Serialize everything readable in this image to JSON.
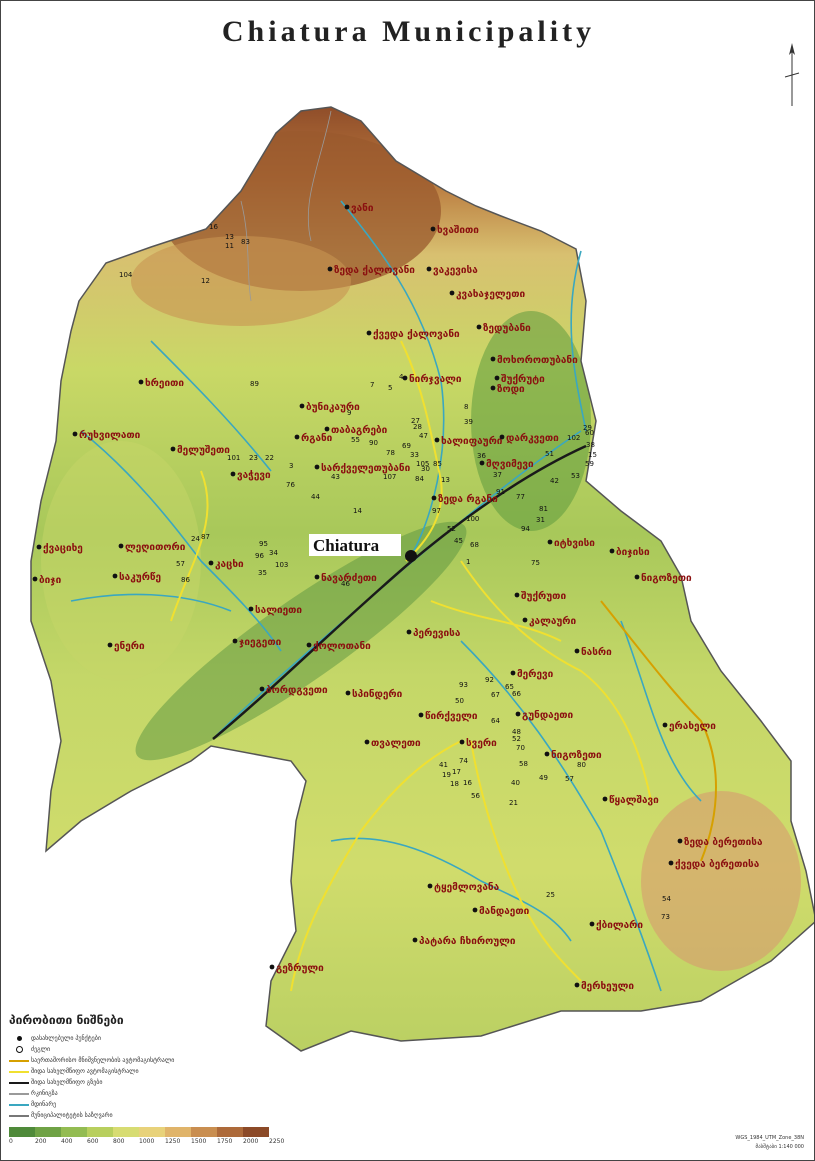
{
  "title": "Chiatura Municipality",
  "city_label": "Chiatura",
  "places": [
    {
      "name": "ვანი"
    },
    {
      "name": "ხვაშითი"
    },
    {
      "name": "ზედა ქალოვანი"
    },
    {
      "name": "ვაკევისა"
    },
    {
      "name": "კვახაჯელეთი"
    },
    {
      "name": "ზედუბანი"
    },
    {
      "name": "ქვედა ქალოვანი"
    },
    {
      "name": "მოხოროთუბანი"
    },
    {
      "name": "ხრეითი"
    },
    {
      "name": "ნირჯვალი"
    },
    {
      "name": "ზოდი"
    },
    {
      "name": "შუქრუტი"
    },
    {
      "name": "რუხვილათი"
    },
    {
      "name": "თაბაგრები"
    },
    {
      "name": "ხალიფაური"
    },
    {
      "name": "დარკვეთი"
    },
    {
      "name": "მელუშეთი"
    },
    {
      "name": "რგანი"
    },
    {
      "name": "სარქველეთუბანი"
    },
    {
      "name": "მღვიმევი"
    },
    {
      "name": "ვაჭევი"
    },
    {
      "name": "ზედა რგანი"
    },
    {
      "name": "ქვაციხე"
    },
    {
      "name": "ლეღითორი"
    },
    {
      "name": "იტხვისი"
    },
    {
      "name": "ბუნიკაური"
    },
    {
      "name": "ბიჯი"
    },
    {
      "name": "საკურწე"
    },
    {
      "name": "კაცხი"
    },
    {
      "name": "ნავარძეთი"
    },
    {
      "name": "შუქრუთი"
    },
    {
      "name": "ბიჯისი"
    },
    {
      "name": "ნიგოზეთი"
    },
    {
      "name": "სალიეთი"
    },
    {
      "name": "ჯიეგეთი"
    },
    {
      "name": "პერევისა"
    },
    {
      "name": "კალაური"
    },
    {
      "name": "ნასრი"
    },
    {
      "name": "ენერი"
    },
    {
      "name": "ქოლოთანი"
    },
    {
      "name": "მერევი"
    },
    {
      "name": "ბორდგვეთი"
    },
    {
      "name": "სპინდერი"
    },
    {
      "name": "წირქველი"
    },
    {
      "name": "გუნდაეთი"
    },
    {
      "name": "ერახელი"
    },
    {
      "name": "თვალეთი"
    },
    {
      "name": "სვერი"
    },
    {
      "name": "ნიგოზეთი"
    },
    {
      "name": "წყალშავი"
    },
    {
      "name": "ზედა ბერეთისა"
    },
    {
      "name": "ქვედა ბერეთისა"
    },
    {
      "name": "ტყემლოვანა"
    },
    {
      "name": "მანდაეთი"
    },
    {
      "name": "პატარა ჩხიროული"
    },
    {
      "name": "ქბილარი"
    },
    {
      "name": "გეზრული"
    },
    {
      "name": "მერხეული"
    }
  ],
  "numbers": [
    "104",
    "12",
    "16",
    "11",
    "13",
    "83",
    "89",
    "7",
    "5",
    "4",
    "8",
    "9",
    "27",
    "28",
    "47",
    "39",
    "29",
    "102",
    "38",
    "15",
    "59",
    "55",
    "90",
    "69",
    "33",
    "105",
    "85",
    "36",
    "37",
    "51",
    "53",
    "42",
    "101",
    "23",
    "22",
    "3",
    "76",
    "44",
    "43",
    "107",
    "84",
    "13",
    "91",
    "77",
    "97",
    "14",
    "81",
    "31",
    "100",
    "94",
    "52",
    "45",
    "68",
    "1",
    "75",
    "24",
    "87",
    "57",
    "86",
    "95",
    "96",
    "34",
    "103",
    "35",
    "46",
    "93",
    "92",
    "67",
    "65",
    "66",
    "50",
    "64",
    "48",
    "52",
    "70",
    "41",
    "74",
    "19",
    "17",
    "18",
    "16",
    "56",
    "58",
    "40",
    "21",
    "49",
    "57",
    "80",
    "25",
    "54",
    "73",
    "60",
    "78",
    "30",
    "6"
  ],
  "legend": {
    "title": "პირობითი ნიშნები",
    "items": [
      {
        "label": "დასახლებული პუნქტები",
        "symbol": "dot"
      },
      {
        "label": "ძეგლი",
        "symbol": "ring"
      },
      {
        "label": "საერთაშორისო მნიშვნელობის ავტომაგისტრალი",
        "symbol": "line",
        "color": "#d6a000"
      },
      {
        "label": "შიდა სახელმწიფო ავტომაგისტრალი",
        "symbol": "line",
        "color": "#f0e030"
      },
      {
        "label": "შიდა სახელმწიფო გზები",
        "symbol": "line",
        "color": "#1a1a1a"
      },
      {
        "label": "რკინიგზა",
        "symbol": "line",
        "color": "#9a9a9a"
      },
      {
        "label": "მდინარე",
        "symbol": "line",
        "color": "#3aa7c0"
      },
      {
        "label": "მუნიციპალიტეტის საზღვარი",
        "symbol": "line",
        "color": "#777777"
      }
    ],
    "scale_values": [
      "0",
      "200",
      "400",
      "600",
      "800",
      "1000",
      "1250",
      "1500",
      "1750",
      "2000",
      "2250"
    ],
    "scale_colors": [
      "#4f8a3a",
      "#6fa245",
      "#93bc52",
      "#b8cf5e",
      "#d7dc72",
      "#e8d27a",
      "#e0b46a",
      "#c98e50",
      "#ad6a3a",
      "#8c4a28"
    ]
  },
  "projection": "WGS_1984_UTM_Zone_38N",
  "scale_text": "მასშტაბი 1:140 000",
  "north_arrow": "north-arrow-icon"
}
